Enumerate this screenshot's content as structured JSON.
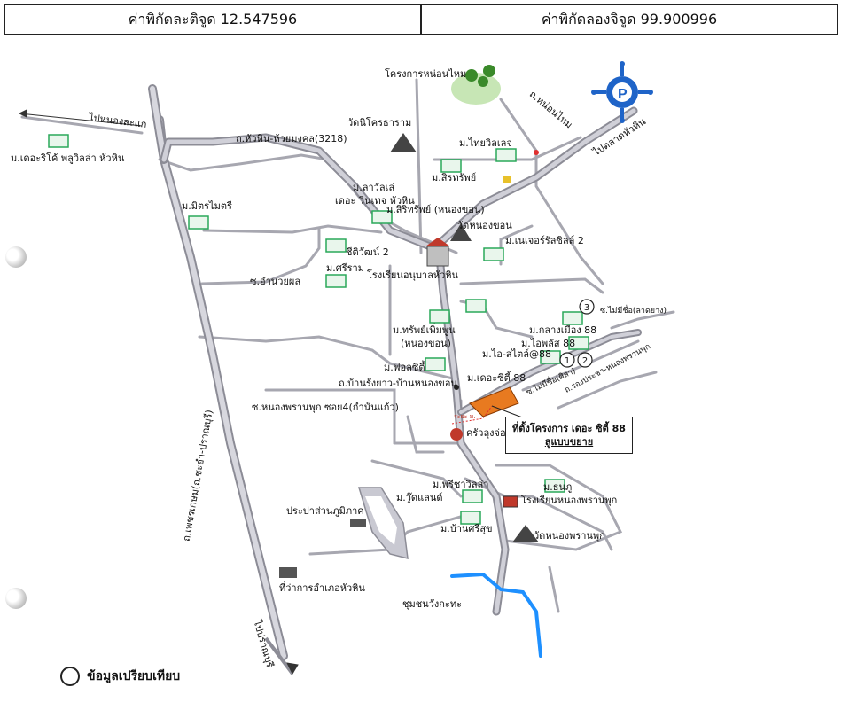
{
  "header": {
    "latitude": "ค่าพิกัดละติจูด 12.547596",
    "longitude": "ค่าพิกัดลองจิจูด 99.900996"
  },
  "labels": {
    "new_project": "โครงการหน่อนไหม",
    "to_nong_kae": "ไปหนองสะแก",
    "rd_huahin_huaimongkol": "ถ.หัวหิน-ห้วยมงคล(3218)",
    "wat_nikhorn": "วัดนิโครธาราม",
    "the_rich_pool_villa": "ม.เดอะริโค้ พลูวิลล่า หัวหิน",
    "mithmaitri": "ม.มิตรไมตรี",
    "larawan_wintech_1": "ม.ลาวัลเล่",
    "larawan_wintech_2": "เดอะ วินเทจ หัวหิน",
    "thai_villa": "ม.ไทยวิลเลจ",
    "sirisap": "ม.สิรทรัพย์",
    "sirisap_nongkhon": "ม.สิริทรัพย์ (หนองขอน)",
    "wat_nongkhon": "วัดหนองขอน",
    "naicher_residence": "ม.เนเจอร์รัลซิลล์ 2",
    "chiwat": "ชีติวัฒน์ 2",
    "sriram": "ม.ศรีราม",
    "school_anuban": "โรงเรียนอนุบาลหัวหิน",
    "soi_chamnan": "ซ.อำนวยผล",
    "rd_nonghmai": "ถ.หน่อนไหม",
    "to_talad_huahin": "ไปตลาดหัวหิน",
    "soi_mimisuk": "ซ.ไม่มีชื่อ(ลาดยาง)",
    "klang_muang": "ม.กลางเมือง 88",
    "iplus": "ม.ไอพลัส 88",
    "ai_style": "ม.ไอ-สไตล์@88",
    "sap_permpoon_1": "ม.ทรัพย์เพิ่มพูน",
    "sap_permpoon_2": "(หนองขอน)",
    "palm_city": "ม.ฟอลซิตี้",
    "the_city_88": "ม.เดอะซิตี้ 88",
    "rd_ban_rangyao": "ถ.บ้านรังยาว-บ้านหนองขอน",
    "soi_mimisuk2": "ซ.ไม่มีชื่อ(ศิลา)",
    "soi_ruamprachar": "ถ.ร่องประชา-หนองพรานพุก",
    "soi_nongpran4": "ซ.หนองพรานพุก ซอย4(กำนันแก้ว)",
    "krua_lungjong": "ครัวลุงจ่อง",
    "pricha_villa": "ม.พรีชาวิลล่า",
    "wood_land": "ม.วู๊ดแลนด์",
    "ban_srisuk": "ม.บ้านศรีสุข",
    "tanapoom": "ม.ธนภู",
    "school_nongpran": "โรงเรียนหนองพรานพุก",
    "wat_nongpran": "วัดหนองพรานพุก",
    "water_works": "ประปาส่วนภูมิภาค",
    "district_office": "ที่ว่าการอำเภอหัวหิน",
    "chum_bongkrata": "ชุมชนวังกะทะ",
    "to_pranburi": "ไปปราณบุรี",
    "highway_4": "ถ.เพชรเกษม(ถ.ชะอำ-ปราณบุรี)",
    "site_tag": "ระยะ ม."
  },
  "site_box": {
    "line1": "ที่ตั้งโครงการ เดอะ ซิตี้ 88",
    "line2": "ลูแบบขยาย"
  },
  "markers": [
    "1",
    "2",
    "3"
  ],
  "legend": {
    "text": "ข้อมูลเปรียบเทียบ"
  },
  "colors": {
    "road": "#b5b5bd",
    "road_edge": "#8c8c96",
    "minor_road": "#9a9aa4",
    "river": "#1e90ff",
    "site": "#e87a20",
    "logo": "#1f64c8",
    "house": "#2aa85a",
    "tree": "#6aaa4a"
  },
  "icons": [
    "logo-icon",
    "house-icon",
    "temple-icon",
    "school-icon",
    "tree-icon",
    "restaurant-icon",
    "building-icon"
  ]
}
